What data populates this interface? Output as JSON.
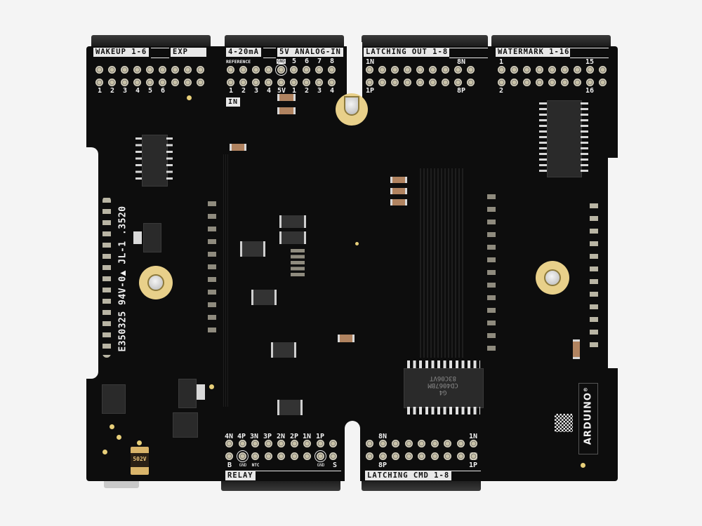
{
  "scene": {
    "subject": "Arduino expansion PCB (top view, black solder mask)",
    "background_color": "#f4f4f4",
    "board_color": "#0d0d0d",
    "silkscreen_color": "#f2f2f2",
    "gold_color": "#e8d08a"
  },
  "top_labels": {
    "wakeup": "WAKEUP 1-6",
    "exp": "EXP",
    "ma": "4-20mA",
    "analog": "5V ANALOG-IN",
    "latching_out": "LATCHING OUT 1-8",
    "watermark": "WATERMARK 1-16"
  },
  "header_wakeup": {
    "numbers": [
      "1",
      "2",
      "3",
      "4",
      "5",
      "6"
    ]
  },
  "header_analog": {
    "reference": "REFERENCE",
    "gnd": "GND",
    "top_numbers": [
      "5",
      "6",
      "7",
      "8"
    ],
    "bottom_numbers": [
      "1",
      "2",
      "3",
      "4",
      "5V",
      "1",
      "2",
      "3",
      "4"
    ],
    "in_label": "IN"
  },
  "header_latching_out": {
    "top_left": "1N",
    "top_right": "8N",
    "bottom_left": "1P",
    "bottom_right": "8P"
  },
  "header_watermark": {
    "top_left": "1",
    "top_right": "15",
    "bottom_left": "2",
    "bottom_right": "16"
  },
  "bottom_labels": {
    "relay": "RELAY",
    "latching_cmd": "LATCHING CMD 1-8"
  },
  "header_relay": {
    "top_numbers": [
      "4N",
      "4P",
      "3N",
      "3P",
      "2N",
      "2P",
      "1N",
      "1P"
    ],
    "bottom_labels": [
      "B",
      "GND",
      "NTC",
      "GND",
      "S"
    ]
  },
  "header_latching_cmd": {
    "top_left": "8N",
    "top_right": "1N",
    "bottom_left": "8P",
    "bottom_right": "1P"
  },
  "markings": {
    "vertical_code": "E350325 94V-0▲ JL-1 .3520",
    "main_ic_lines": [
      "83C06VT",
      "CD4067BM",
      "G4"
    ],
    "fuse_label": "502V",
    "brand": "ARDUINO",
    "brand_mark": "®"
  }
}
